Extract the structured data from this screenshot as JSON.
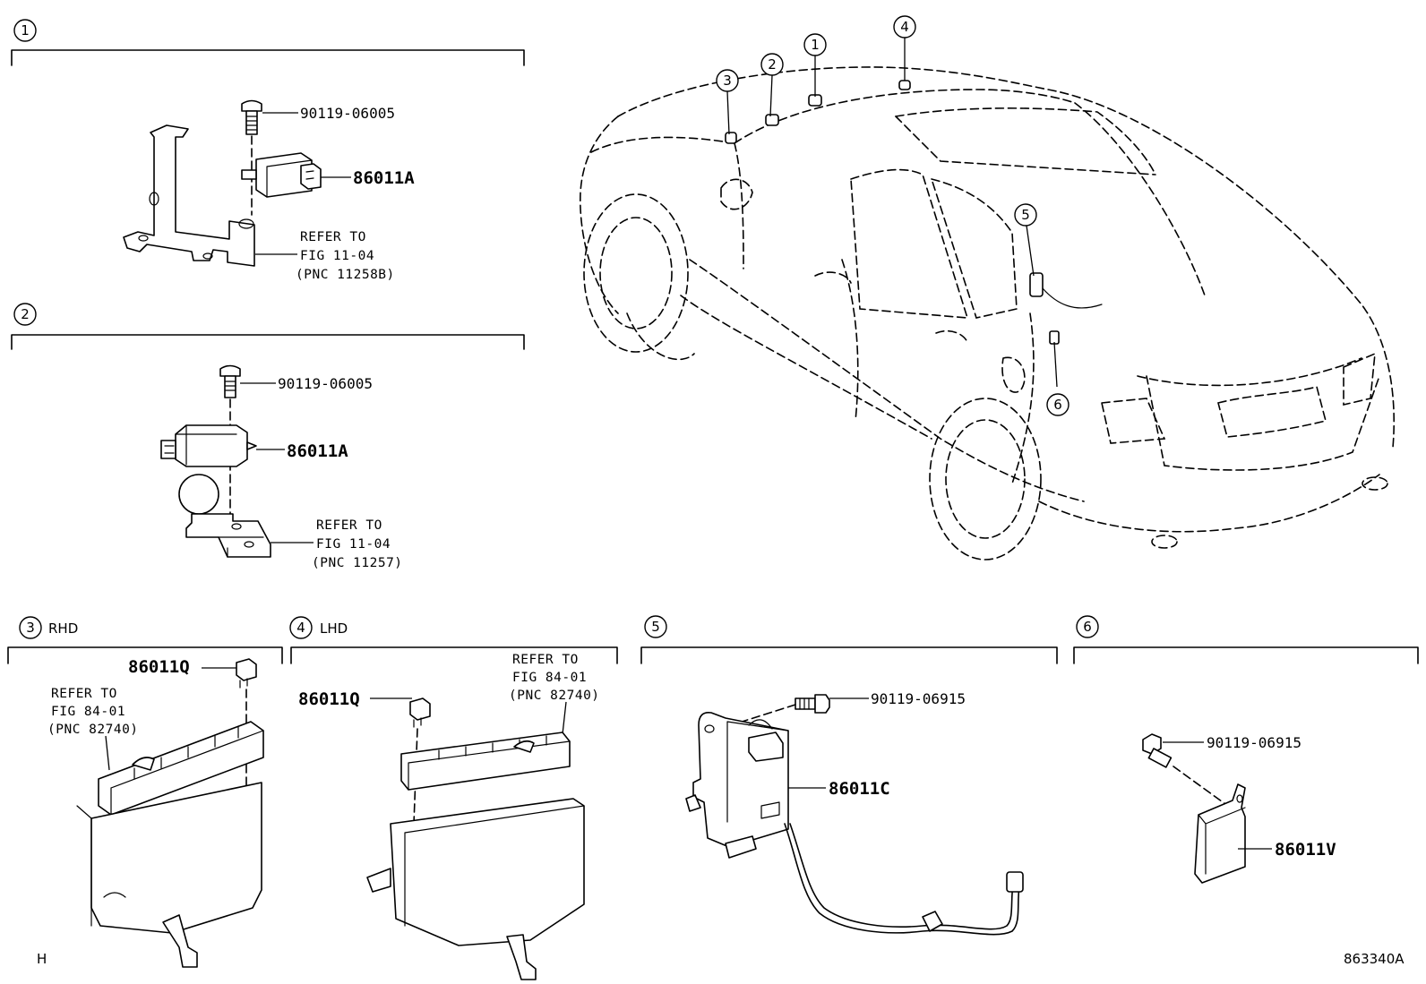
{
  "colors": {
    "line": "#000000",
    "background": "#ffffff"
  },
  "sections": [
    {
      "num": "1",
      "suffix": ""
    },
    {
      "num": "2",
      "suffix": ""
    },
    {
      "num": "3",
      "suffix": "RHD"
    },
    {
      "num": "4",
      "suffix": "LHD"
    },
    {
      "num": "5",
      "suffix": ""
    },
    {
      "num": "6",
      "suffix": ""
    }
  ],
  "car_callouts": [
    "3",
    "2",
    "1",
    "4",
    "5",
    "6"
  ],
  "parts": {
    "bolt_06005": "90119-06005",
    "sensor_a": "86011A",
    "part_q": "86011Q",
    "bolt_06915": "90119-06915",
    "sensor_c": "86011C",
    "sensor_v": "86011V"
  },
  "notes": {
    "fig1104_258": [
      "REFER TO",
      "FIG 11-04",
      "(PNC 11258B)"
    ],
    "fig1104_257": [
      "REFER TO",
      "FIG 11-04",
      "(PNC 11257)"
    ],
    "fig8401": [
      "REFER TO",
      "FIG 84-01",
      "(PNC 82740)"
    ]
  },
  "footer": {
    "left": "H",
    "right": "863340A"
  }
}
